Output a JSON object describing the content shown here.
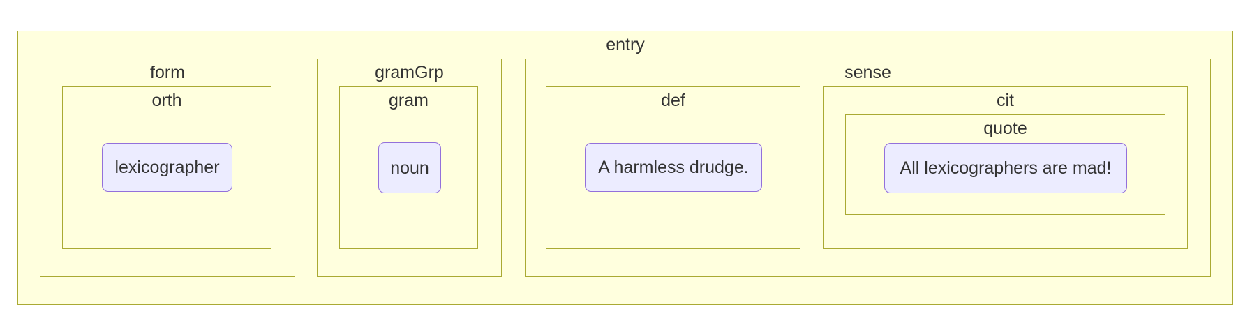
{
  "colors": {
    "page_bg": "#ffffff",
    "cluster_fill": "#ffffde",
    "cluster_border": "#aaaa33",
    "node_fill": "#ececff",
    "node_border": "#9370db",
    "text": "#333333"
  },
  "tree": {
    "entry": {
      "label": "entry"
    },
    "form": {
      "label": "form"
    },
    "orth": {
      "label": "orth",
      "value": "lexicographer"
    },
    "gramGrp": {
      "label": "gramGrp"
    },
    "gram": {
      "label": "gram",
      "value": "noun"
    },
    "sense": {
      "label": "sense"
    },
    "def": {
      "label": "def",
      "value": "A harmless drudge."
    },
    "cit": {
      "label": "cit"
    },
    "quote": {
      "label": "quote",
      "value": "All lexicographers are mad!"
    }
  }
}
